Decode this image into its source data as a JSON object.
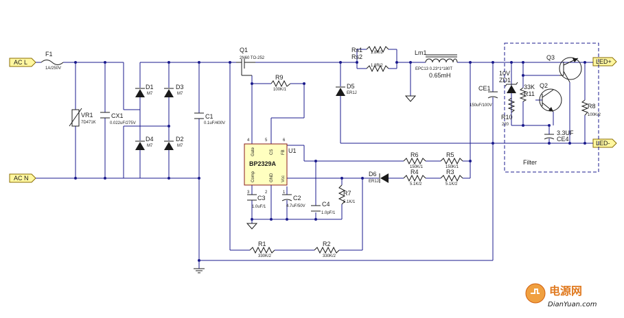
{
  "connectors": {
    "ac_l": "AC L",
    "ac_n": "AC N",
    "led_plus": "LED+",
    "led_minus": "LED-"
  },
  "components": {
    "f1": {
      "ref": "F1",
      "value": "1A/250V"
    },
    "vr1": {
      "ref": "VR1",
      "value": "7D471K"
    },
    "cx1": {
      "ref": "CX1",
      "value": "0.022uF/275V"
    },
    "d1": {
      "ref": "D1",
      "value": "M7"
    },
    "d2": {
      "ref": "D2",
      "value": "M7"
    },
    "d3": {
      "ref": "D3",
      "value": "M7"
    },
    "d4": {
      "ref": "D4",
      "value": "M7"
    },
    "c1": {
      "ref": "C1",
      "value": "0.1uF/400V"
    },
    "q1": {
      "ref": "Q1",
      "value": "2N60 TO-252"
    },
    "r9": {
      "ref": "R9",
      "value": "100K/1"
    },
    "u1": {
      "ref": "U1",
      "name": "BP2329A",
      "pins": {
        "gate": "Gate",
        "cs": "CS",
        "fb": "FB",
        "comp": "Comp",
        "gnd": "GND",
        "vcc": "Vcc",
        "p4": "4",
        "p5": "5",
        "p6": "6",
        "p3": "3",
        "p2": "2",
        "p1": "1"
      }
    },
    "c3": {
      "ref": "C3",
      "value": "1.0uF/1"
    },
    "c2": {
      "ref": "C2",
      "value": "4.7uF/50V"
    },
    "c4": {
      "ref": "C4",
      "value": "1.0pF/1"
    },
    "r7": {
      "ref": "R7",
      "value": "5.1K/1"
    },
    "d6": {
      "ref": "D6",
      "value": "ER1J"
    },
    "r4": {
      "ref": "R4",
      "value": "5.1K/2"
    },
    "r3": {
      "ref": "R3",
      "value": "5.1K/2"
    },
    "r6": {
      "ref": "R6",
      "value": "150K/1"
    },
    "r5": {
      "ref": "R5",
      "value": "150K/1"
    },
    "rs1": {
      "ref": "Rs1",
      "value": "1.8R/2"
    },
    "rs2": {
      "ref": "Rs2",
      "value": "1.8R/2"
    },
    "d5": {
      "ref": "D5",
      "value": "ER1J"
    },
    "lm1": {
      "ref": "Lm1",
      "value": "EPC13 0.23*1*180T",
      "value2": "0.65mH"
    },
    "ce1": {
      "ref": "CE1",
      "value": "150uF/100V"
    },
    "r1": {
      "ref": "R1",
      "value": "330K/2"
    },
    "r2": {
      "ref": "R2",
      "value": "330K/2"
    },
    "zd1": {
      "ref": "ZD1",
      "value": "10V"
    },
    "r11": {
      "ref": "R11",
      "value": "33K"
    },
    "r10": {
      "ref": "R10",
      "value": "220"
    },
    "q2": {
      "ref": "Q2"
    },
    "q3": {
      "ref": "Q3"
    },
    "ce4": {
      "ref": "CE4",
      "value": "3.3UF"
    },
    "r8": {
      "ref": "R8",
      "value": "100K/2"
    }
  },
  "filter_label": "Filter",
  "watermark": {
    "cn": "电源网",
    "site": "DianYuan.com"
  }
}
